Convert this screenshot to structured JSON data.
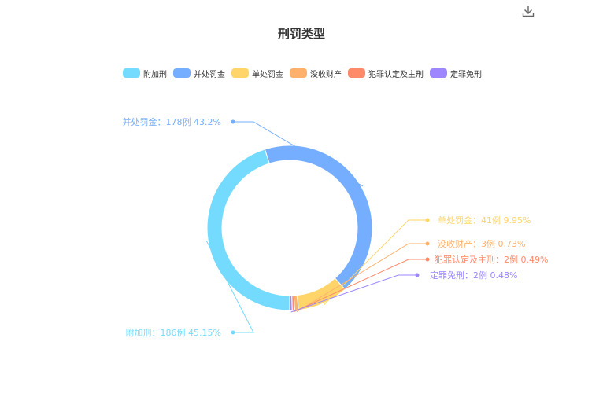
{
  "toolbar": {
    "download_icon": "download-icon"
  },
  "chart_data": {
    "type": "pie",
    "variant": "donut",
    "title": "刑罚类型",
    "legend_placement": "top-center",
    "unit": "例",
    "slices": [
      {
        "name": "附加刑",
        "value": 186,
        "percent": "45.15%",
        "label": "附加刑：186例  45.15%",
        "color": "#74DBFF"
      },
      {
        "name": "并处罚金",
        "value": 178,
        "percent": "43.2%",
        "label": "并处罚金：178例  43.2%",
        "color": "#75AEFF"
      },
      {
        "name": "单处罚金",
        "value": 41,
        "percent": "9.95%",
        "label": "单处罚金：41例  9.95%",
        "color": "#FFD469"
      },
      {
        "name": "没收财产",
        "value": 3,
        "percent": "0.73%",
        "label": "没收财产：3例  0.73%",
        "color": "#FFB16C"
      },
      {
        "name": "犯罪认定及主刑",
        "value": 2,
        "percent": "0.49%",
        "label": "犯罪认定及主刑：2例  0.49%",
        "color": "#FF8A6A"
      },
      {
        "name": "定罪免刑",
        "value": 2,
        "percent": "0.48%",
        "label": "定罪免刑：2例  0.48%",
        "color": "#9D86FF"
      }
    ]
  }
}
